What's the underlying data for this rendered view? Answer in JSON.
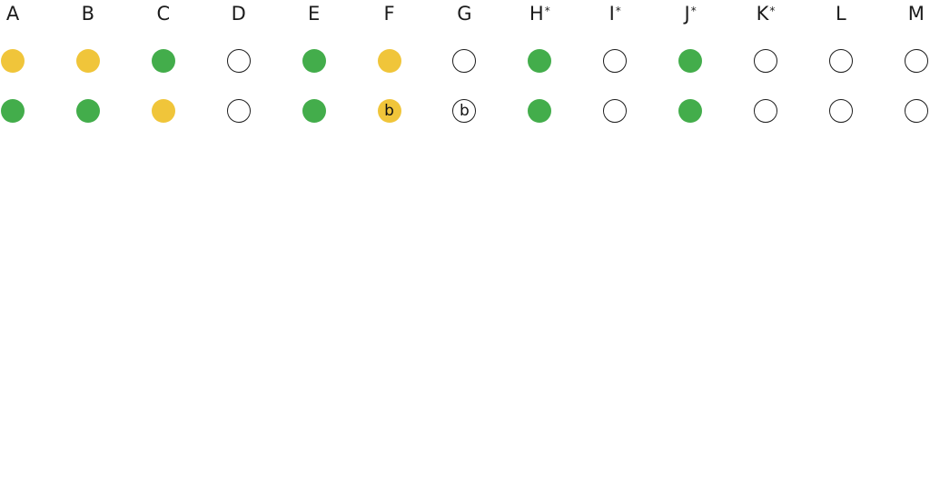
{
  "colors": {
    "yellow": "#f0c53a",
    "green": "#43ad4b",
    "empty": "#ffffff"
  },
  "columns": [
    {
      "label": "A",
      "star": "",
      "row1": {
        "status": "yellow",
        "mark": ""
      },
      "row2": {
        "status": "green",
        "mark": ""
      }
    },
    {
      "label": "B",
      "star": "",
      "row1": {
        "status": "yellow",
        "mark": ""
      },
      "row2": {
        "status": "green",
        "mark": ""
      }
    },
    {
      "label": "C",
      "star": "",
      "row1": {
        "status": "green",
        "mark": ""
      },
      "row2": {
        "status": "yellow",
        "mark": ""
      }
    },
    {
      "label": "D",
      "star": "",
      "row1": {
        "status": "empty",
        "mark": ""
      },
      "row2": {
        "status": "empty",
        "mark": ""
      }
    },
    {
      "label": "E",
      "star": "",
      "row1": {
        "status": "green",
        "mark": ""
      },
      "row2": {
        "status": "green",
        "mark": ""
      }
    },
    {
      "label": "F",
      "star": "",
      "row1": {
        "status": "yellow",
        "mark": ""
      },
      "row2": {
        "status": "yellow",
        "mark": "b"
      }
    },
    {
      "label": "G",
      "star": "",
      "row1": {
        "status": "empty",
        "mark": ""
      },
      "row2": {
        "status": "empty",
        "mark": "b"
      }
    },
    {
      "label": "H",
      "star": "*",
      "row1": {
        "status": "green",
        "mark": ""
      },
      "row2": {
        "status": "green",
        "mark": ""
      }
    },
    {
      "label": "I",
      "star": "*",
      "row1": {
        "status": "empty",
        "mark": ""
      },
      "row2": {
        "status": "empty",
        "mark": ""
      }
    },
    {
      "label": "J",
      "star": "*",
      "row1": {
        "status": "green",
        "mark": ""
      },
      "row2": {
        "status": "green",
        "mark": ""
      }
    },
    {
      "label": "K",
      "star": "*",
      "row1": {
        "status": "empty",
        "mark": ""
      },
      "row2": {
        "status": "empty",
        "mark": ""
      }
    },
    {
      "label": "L",
      "star": "",
      "row1": {
        "status": "empty",
        "mark": ""
      },
      "row2": {
        "status": "empty",
        "mark": ""
      }
    },
    {
      "label": "M",
      "star": "",
      "row1": {
        "status": "empty",
        "mark": ""
      },
      "row2": {
        "status": "empty",
        "mark": ""
      }
    }
  ]
}
